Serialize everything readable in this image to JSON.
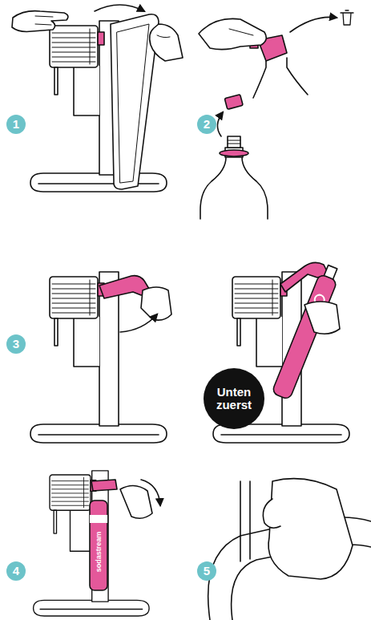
{
  "diagram": {
    "nodes": [
      {
        "text": [
          "1"
        ]
      },
      {
        "text": [
          "2"
        ]
      },
      {
        "text": [
          "3"
        ]
      },
      {
        "text": [
          "Unten zuerst"
        ]
      },
      {
        "text": [
          "4"
        ]
      },
      {
        "text": [
          "5"
        ]
      }
    ],
    "labels": [
      "sodastream"
    ]
  }
}
